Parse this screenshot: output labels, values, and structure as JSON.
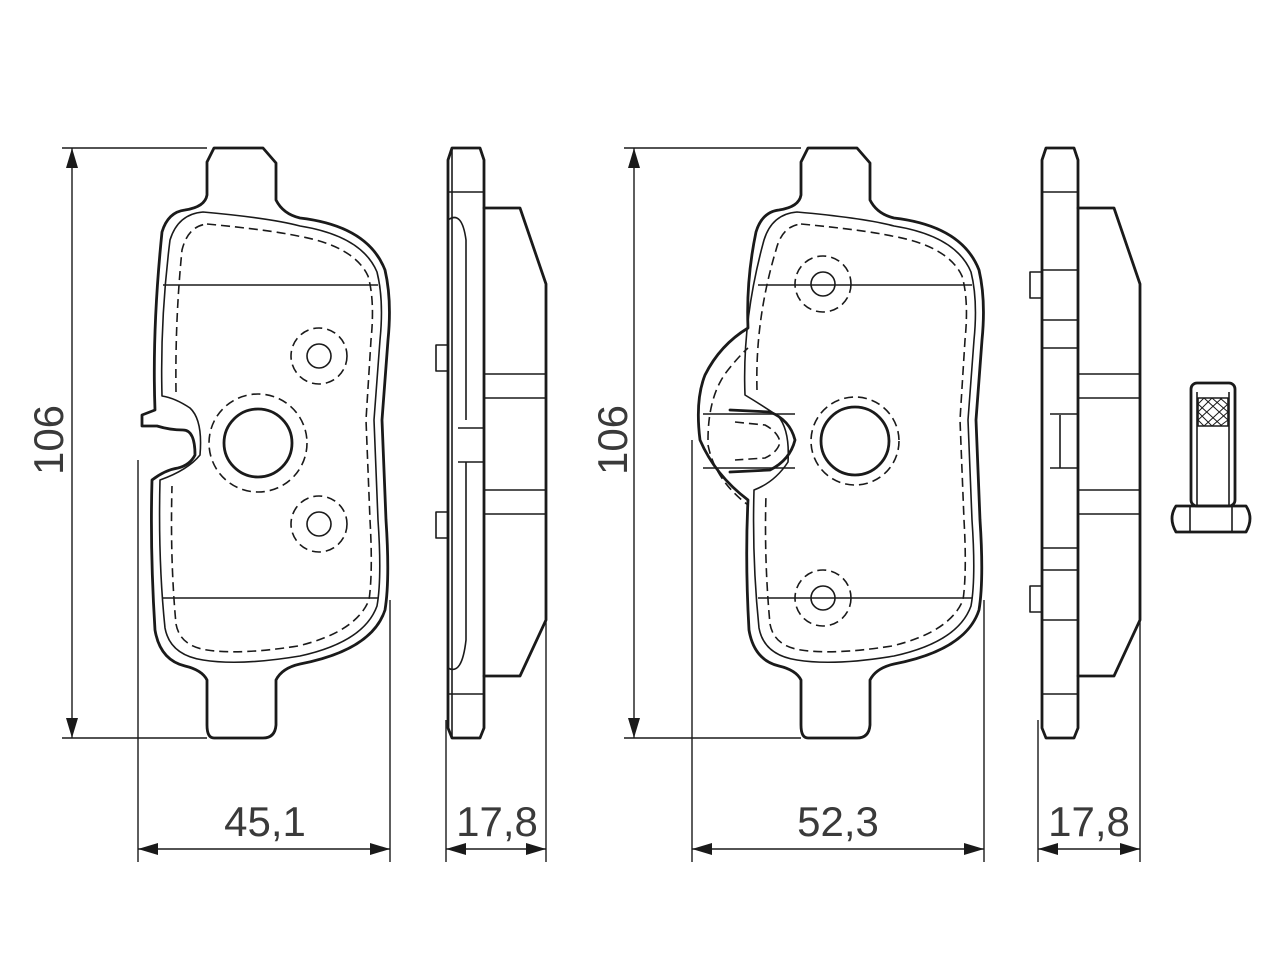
{
  "dimensions": {
    "pad1_height": "106",
    "pad1_width": "45,1",
    "pad1_thickness": "17,8",
    "pad2_height": "106",
    "pad2_width": "52,3",
    "pad2_thickness": "17,8"
  }
}
